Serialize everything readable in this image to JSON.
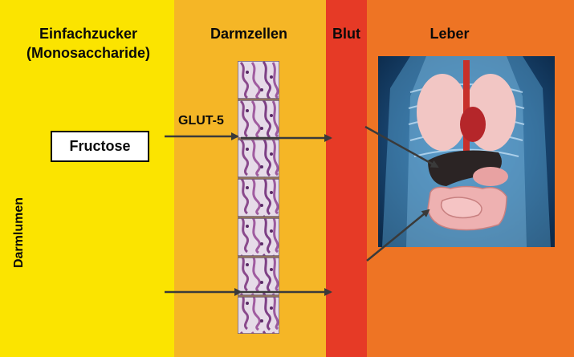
{
  "headers": {
    "lumen_line1": "Einfachzucker",
    "lumen_line2": "(Monosaccharide)",
    "cells": "Darmzellen",
    "blood": "Blut",
    "liver": "Leber"
  },
  "side_label": "Darmlumen",
  "sugar_box": "Fructose",
  "transporter_label": "GLUT-5",
  "colors": {
    "lumen": "#fbe400",
    "cells": "#f5b626",
    "blood": "#e63a26",
    "liver": "#ee7424"
  },
  "icons": [
    "intestinal-cell-tissue-icon",
    "human-torso-organs-icon",
    "liver-icon"
  ]
}
